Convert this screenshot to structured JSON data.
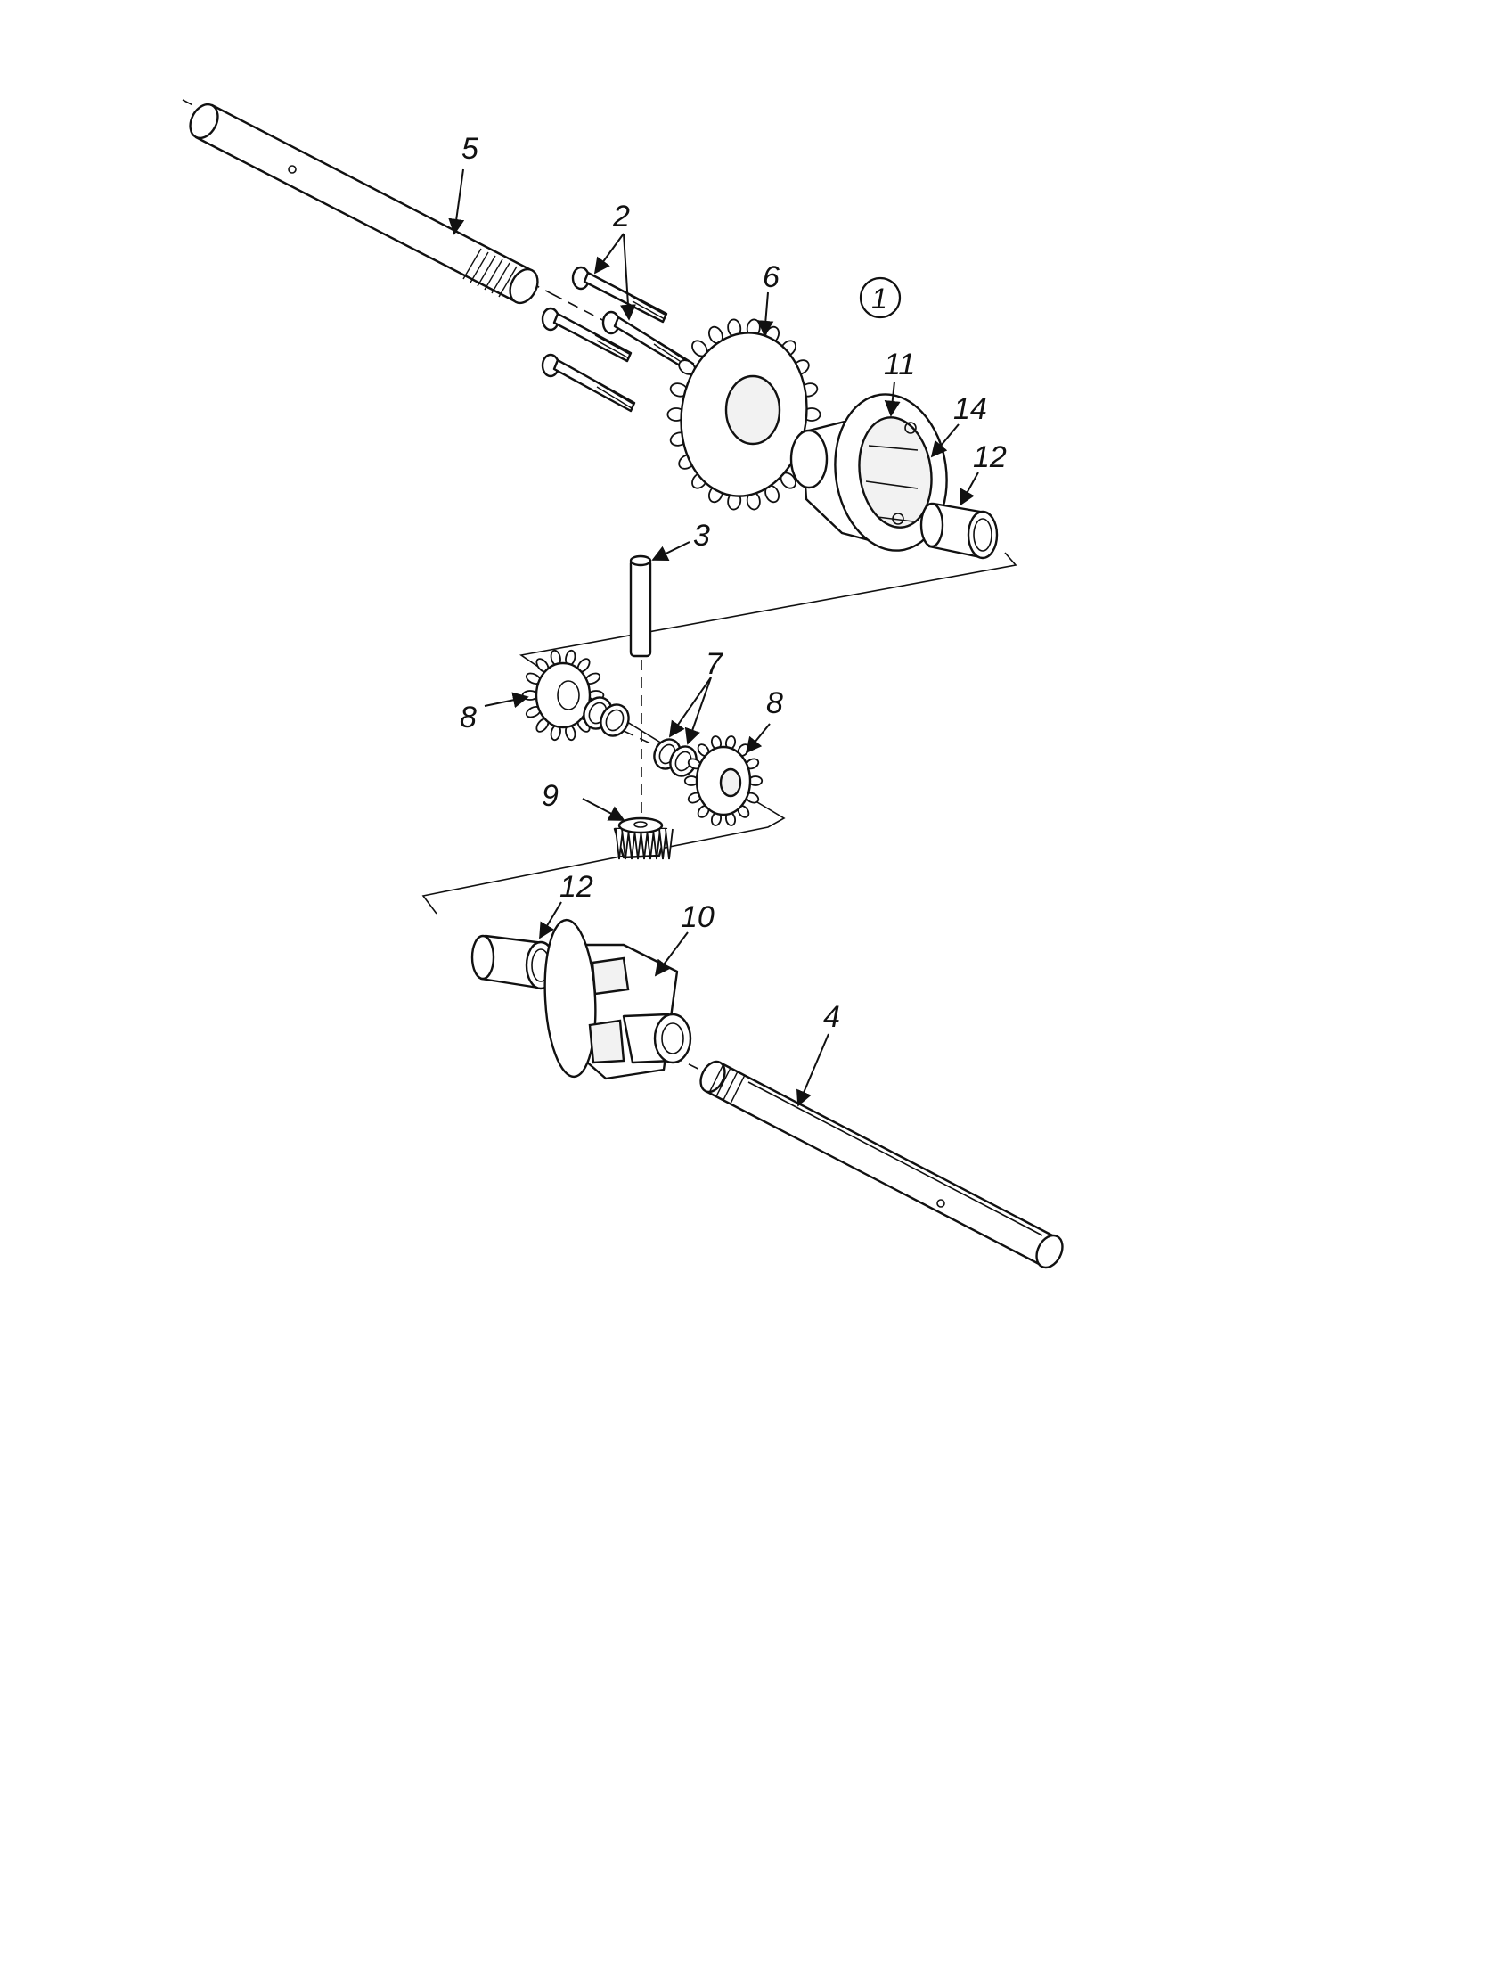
{
  "diagram": {
    "assembly_marker": "1",
    "callouts": {
      "c2": "2",
      "c3": "3",
      "c4": "4",
      "c5": "5",
      "c6": "6",
      "c7": "7",
      "c8a": "8",
      "c8b": "8",
      "c9": "9",
      "c10": "10",
      "c11": "11",
      "c12a": "12",
      "c12b": "12",
      "c14": "14"
    }
  },
  "colors": {
    "line": "#111111",
    "paper": "#ffffff"
  }
}
